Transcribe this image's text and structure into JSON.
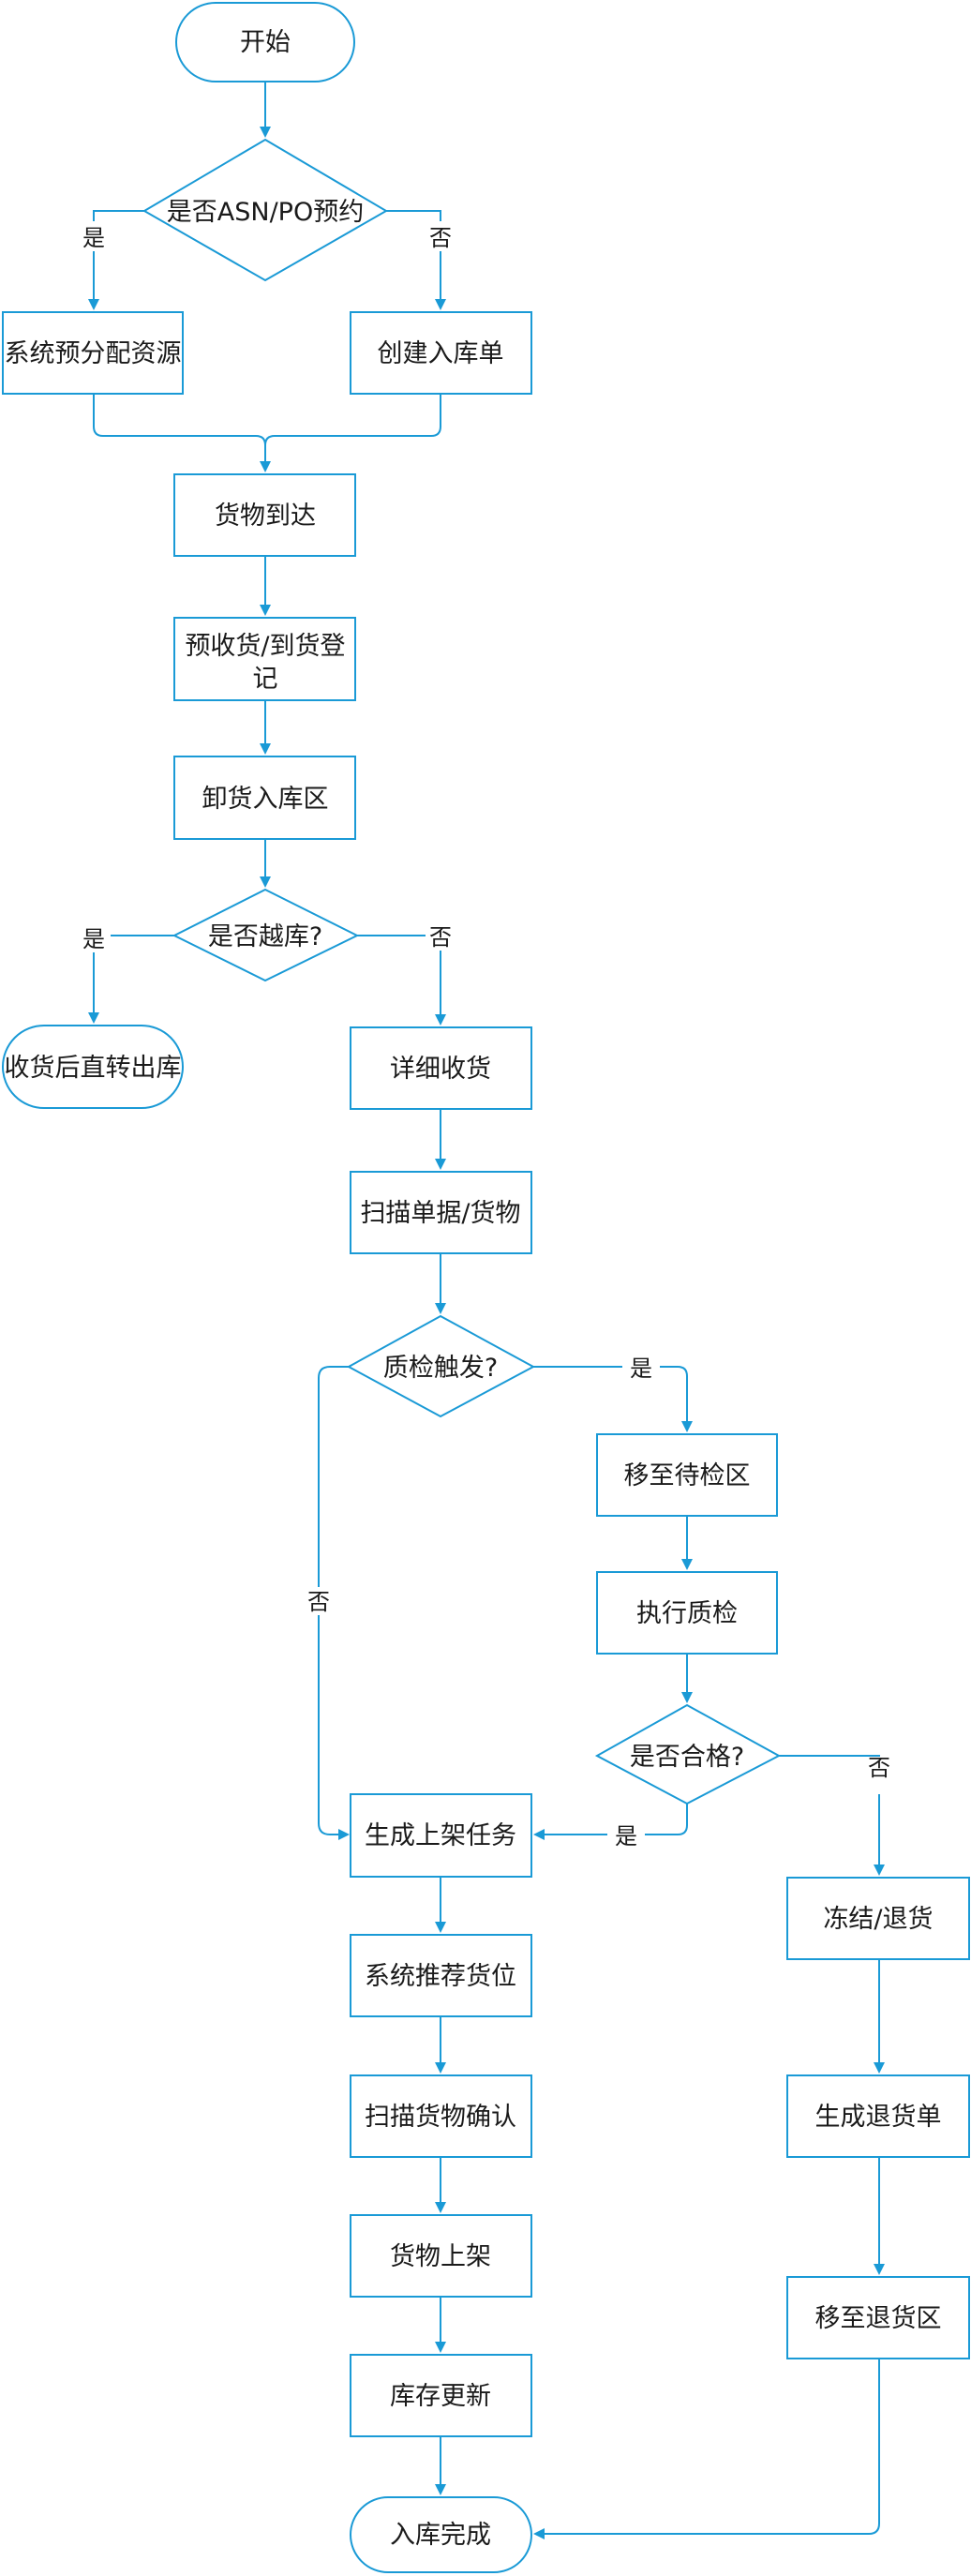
{
  "colors": {
    "stroke": "#1a9ad6",
    "text": "#1a1a1a",
    "background": "#ffffff"
  },
  "nodes": {
    "start": "开始",
    "asn_decision": "是否ASN/PO预约",
    "prealloc": "系统预分配资源",
    "create_order": "创建入库单",
    "arrival": "货物到达",
    "prereceive_line1": "预收货/到货登",
    "prereceive_line2": "记",
    "unload": "卸货入库区",
    "crossdock_decision": "是否越库?",
    "crossdock_out": "收货后直转出库",
    "detail_receive": "详细收货",
    "scan_docs": "扫描单据/货物",
    "qc_decision": "质检触发?",
    "move_qc": "移至待检区",
    "do_qc": "执行质检",
    "pass_decision": "是否合格?",
    "putaway_task": "生成上架任务",
    "recommend_loc": "系统推荐货位",
    "scan_confirm": "扫描货物确认",
    "putaway": "货物上架",
    "inv_update": "库存更新",
    "done": "入库完成",
    "freeze_return": "冻结/退货",
    "return_order": "生成退货单",
    "move_return": "移至退货区"
  },
  "labels": {
    "asn_yes": "是",
    "asn_no": "否",
    "cross_yes": "是",
    "cross_no": "否",
    "qc_yes": "是",
    "qc_no": "否",
    "pass_yes": "是",
    "pass_no": "否"
  }
}
